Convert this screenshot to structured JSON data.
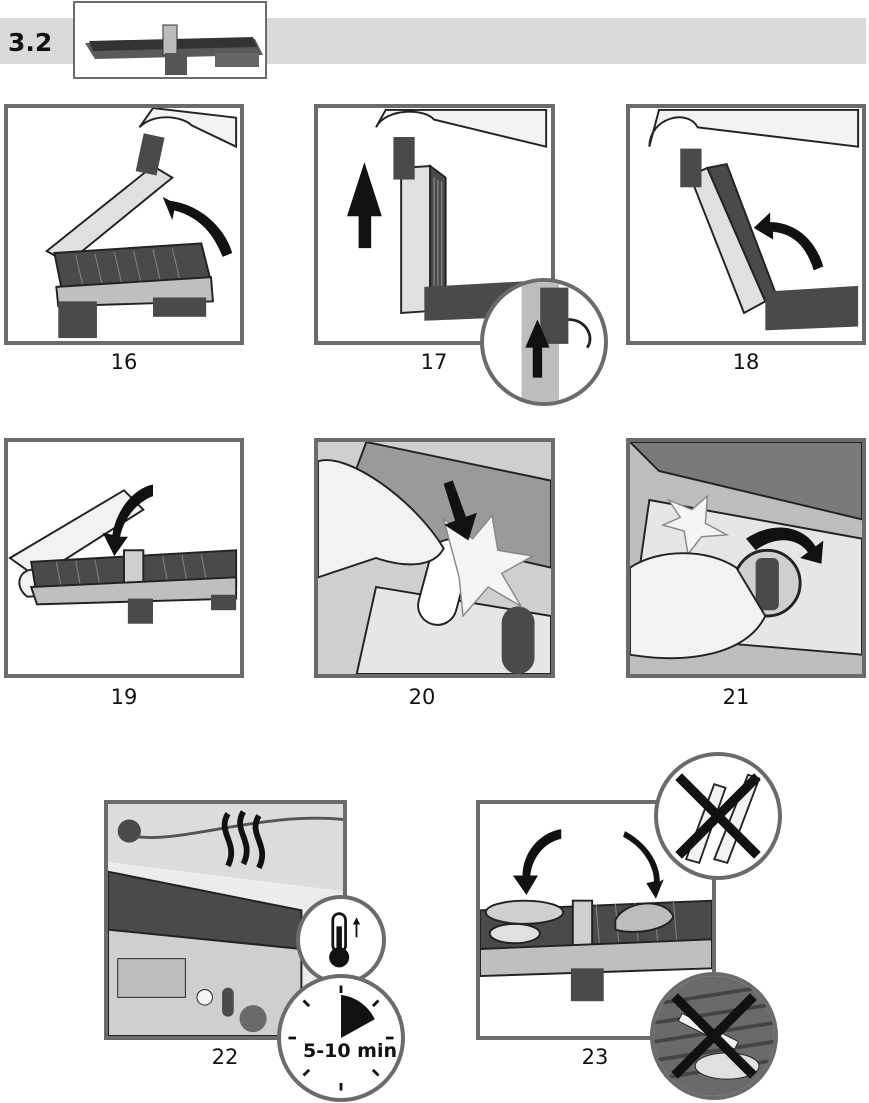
{
  "section": {
    "number": "3.2"
  },
  "steps": [
    {
      "label": "16"
    },
    {
      "label": "17"
    },
    {
      "label": "18"
    },
    {
      "label": "19"
    },
    {
      "label": "20"
    },
    {
      "label": "21"
    },
    {
      "label": "22"
    },
    {
      "label": "23"
    }
  ],
  "timer": {
    "text": "5-10 min"
  },
  "colors": {
    "frame": "#6b6b6b",
    "header": "#d9d9d9",
    "metal": "#c8c8c8",
    "dark": "#4a4a4a"
  }
}
